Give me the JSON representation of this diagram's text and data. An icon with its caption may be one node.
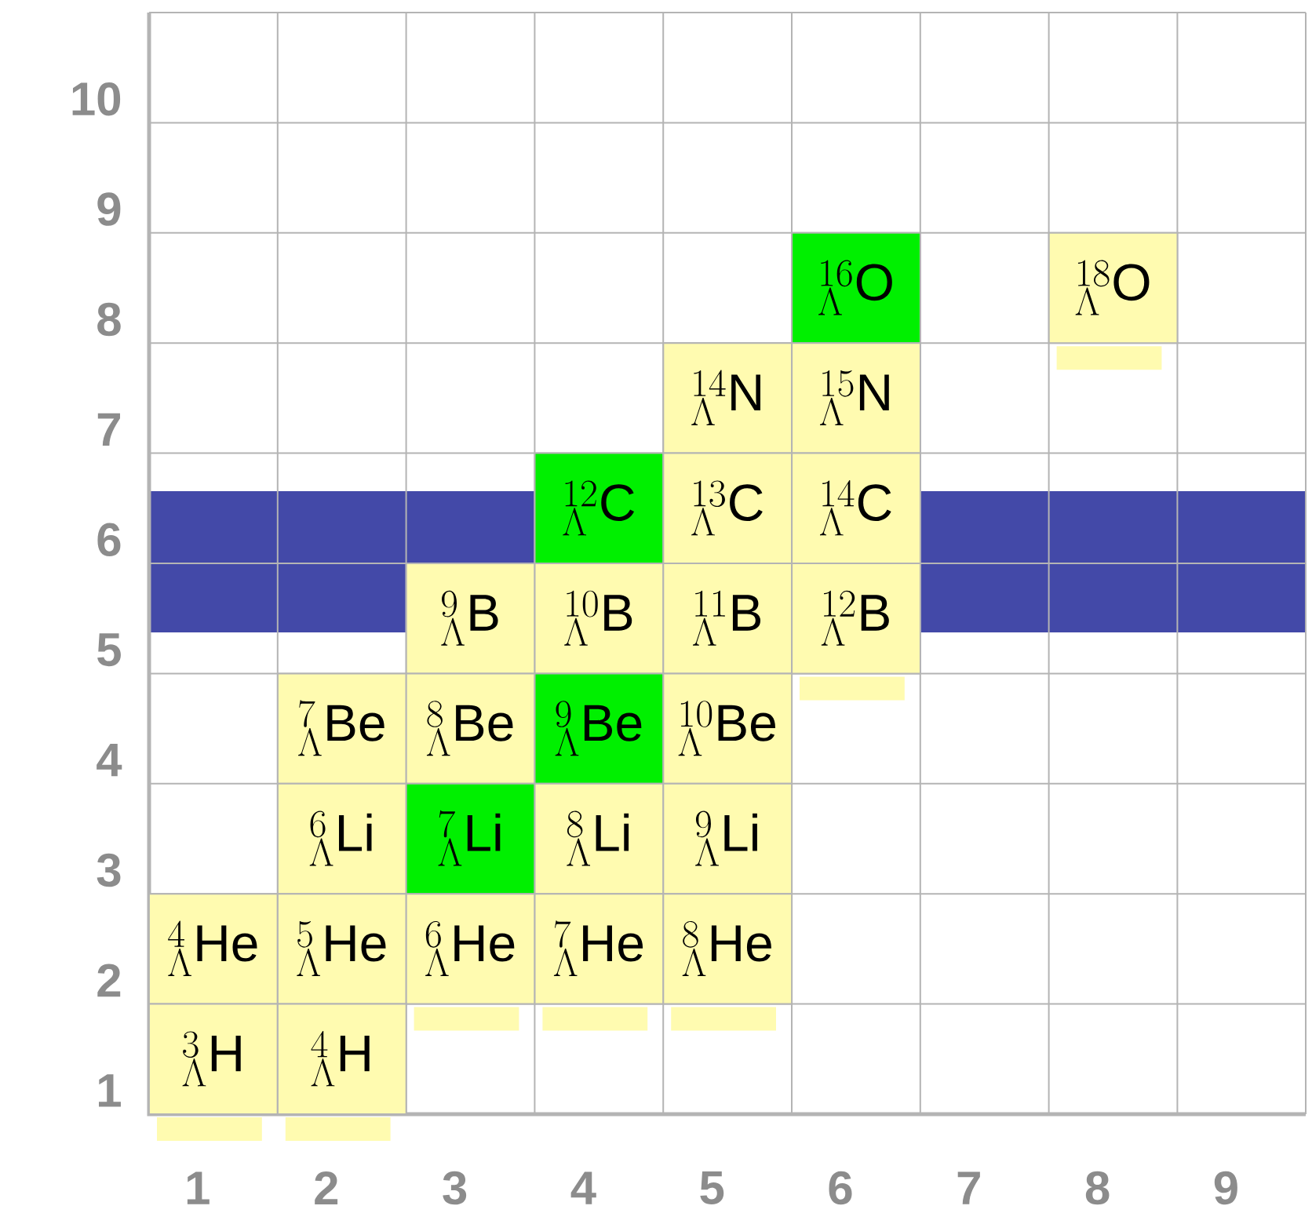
{
  "diagram": {
    "nodes": [
      {
        "text": [
          "{}^{16}_{\\Lambda}\\mathrm{O}"
        ]
      },
      {
        "text": [
          "{}^{18}_{\\Lambda}\\mathrm{O}"
        ]
      },
      {
        "text": [
          "{}^{14}_{\\Lambda}\\mathrm{N}"
        ]
      },
      {
        "text": [
          "{}^{15}_{\\Lambda}\\mathrm{N}"
        ]
      },
      {
        "text": [
          "{}^{12}_{\\Lambda}\\mathrm{C}"
        ]
      },
      {
        "text": [
          "{}^{13}_{\\Lambda}\\mathrm{C}"
        ]
      },
      {
        "text": [
          "{}^{14}_{\\Lambda}\\mathrm{C}"
        ]
      },
      {
        "text": [
          "{}^{9}_{\\Lambda}\\mathrm{B}"
        ]
      },
      {
        "text": [
          "{}^{10}_{\\Lambda}\\mathrm{B}"
        ]
      },
      {
        "text": [
          "{}^{11}_{\\Lambda}\\mathrm{B}"
        ]
      },
      {
        "text": [
          "{}^{12}_{\\Lambda}\\mathrm{B}"
        ]
      },
      {
        "text": [
          "{}^{7}_{\\Lambda}\\mathrm{Be}"
        ]
      },
      {
        "text": [
          "{}^{8}_{\\Lambda}\\mathrm{Be}"
        ]
      },
      {
        "text": [
          "{}^{9}_{\\Lambda}\\mathrm{Be}"
        ]
      },
      {
        "text": [
          "{}^{10}_{\\Lambda}\\mathrm{Be}"
        ]
      },
      {
        "text": [
          "{}^{6}_{\\Lambda}\\mathrm{Li}"
        ]
      },
      {
        "text": [
          "{}^{7}_{\\Lambda}\\mathrm{Li}"
        ]
      },
      {
        "text": [
          "{}^{8}_{\\Lambda}\\mathrm{Li}"
        ]
      },
      {
        "text": [
          "{}^{9}_{\\Lambda}\\mathrm{Li}"
        ]
      },
      {
        "text": [
          "{}^{4}_{\\Lambda}\\mathrm{He}"
        ]
      },
      {
        "text": [
          "{}^{5}_{\\Lambda}\\mathrm{He}"
        ]
      },
      {
        "text": [
          "{}^{6}_{\\Lambda}\\mathrm{He}"
        ]
      },
      {
        "text": [
          "{}^{7}_{\\Lambda}\\mathrm{He}"
        ]
      },
      {
        "text": [
          "{}^{8}_{\\Lambda}\\mathrm{He}"
        ]
      },
      {
        "text": [
          "{}^{3}_{\\Lambda}\\mathrm{H}"
        ]
      },
      {
        "text": [
          "{}^{4}_{\\Lambda}\\mathrm{H}"
        ]
      },
      {
        "text": [],
        "shape": "band"
      }
    ],
    "labels": [
      "10",
      "9",
      "8",
      "7",
      "6",
      "5",
      "4",
      "3",
      "2",
      "1",
      "1",
      "2",
      "3",
      "4",
      "5",
      "6",
      "7",
      "8",
      "9"
    ]
  }
}
